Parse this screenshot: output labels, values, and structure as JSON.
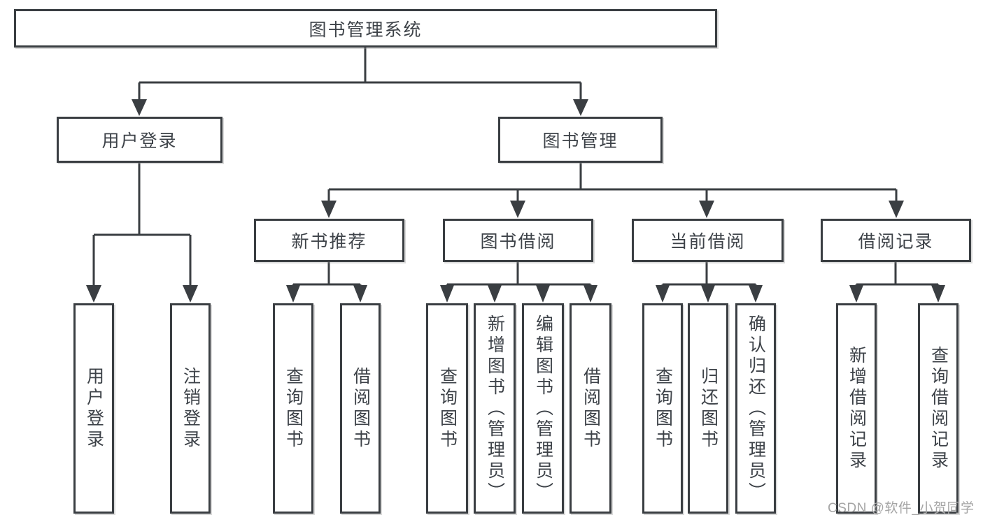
{
  "tree": {
    "label": "图书管理系统",
    "children": [
      {
        "label": "用户登录",
        "children": [
          {
            "label": "用户登录"
          },
          {
            "label": "注销登录"
          }
        ]
      },
      {
        "label": "图书管理",
        "children": [
          {
            "label": "新书推荐",
            "children": [
              {
                "label": "查询图书"
              },
              {
                "label": "借阅图书"
              }
            ]
          },
          {
            "label": "图书借阅",
            "children": [
              {
                "label": "查询图书"
              },
              {
                "label": "新增图书（管理员）"
              },
              {
                "label": "编辑图书（管理员）"
              },
              {
                "label": "借阅图书"
              }
            ]
          },
          {
            "label": "当前借阅",
            "children": [
              {
                "label": "查询图书"
              },
              {
                "label": "归还图书"
              },
              {
                "label": "确认归还（管理员）"
              }
            ]
          },
          {
            "label": "借阅记录",
            "children": [
              {
                "label": "新增借阅记录"
              },
              {
                "label": "查询借阅记录"
              }
            ]
          }
        ]
      }
    ]
  },
  "watermark": {
    "text": "CSDN @软件_小贺同学"
  },
  "colors": {
    "line": "#3a3e42",
    "text": "#3d4248",
    "box_background": "#ffffff",
    "watermark": "#a5a5a5",
    "page_background": "#ffffff"
  }
}
